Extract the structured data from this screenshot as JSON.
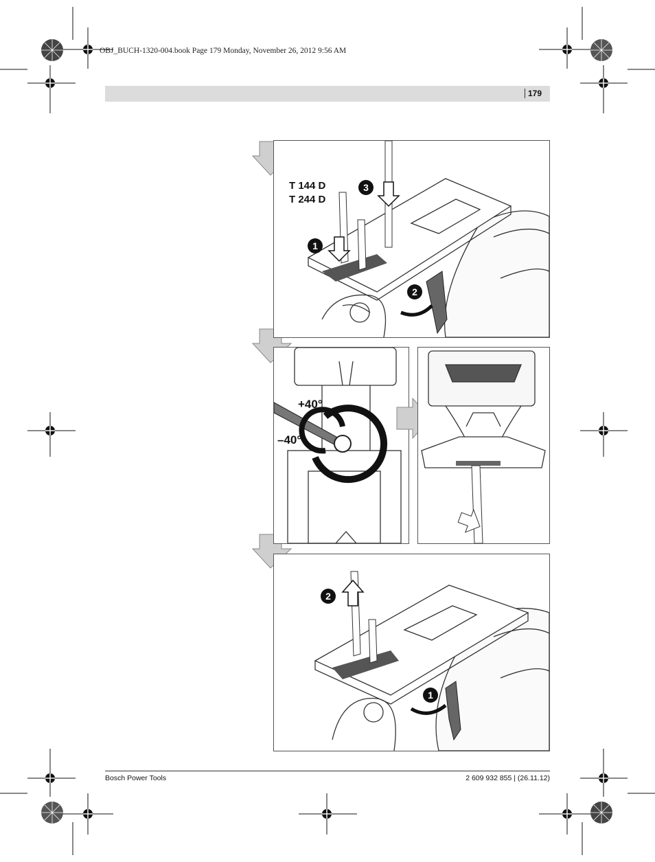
{
  "slug_line": "OBJ_BUCH-1320-004.book  Page 179  Monday, November 26, 2012  9:56 AM",
  "header": {
    "page_number": "179"
  },
  "figure_top": {
    "blade_labels": [
      "T 144 D",
      "T 244 D"
    ],
    "step_markers": [
      "1",
      "2",
      "3"
    ]
  },
  "figure_middle": {
    "angle_plus": "+40°",
    "angle_minus": "–40°"
  },
  "figure_bottom": {
    "step_markers": [
      "2",
      "1"
    ]
  },
  "footer": {
    "left": "Bosch Power Tools",
    "right": "2 609 932 855 | (26.11.12)"
  }
}
